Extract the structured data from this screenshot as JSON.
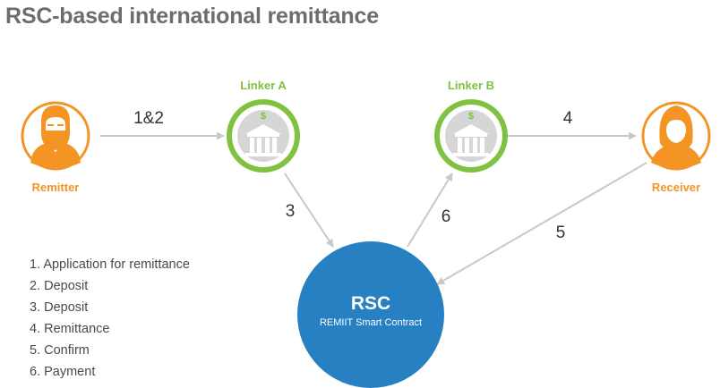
{
  "title": "RSC-based international remittance",
  "colors": {
    "orange": "#f39425",
    "green": "#7fc242",
    "blue": "#2680c2",
    "arrow": "#c8c8c8",
    "title": "#6d6d6d"
  },
  "nodes": {
    "remitter": {
      "label": "Remitter",
      "icon": "man-avatar-icon"
    },
    "linker_a": {
      "label": "Linker A",
      "icon": "bank-icon"
    },
    "linker_b": {
      "label": "Linker B",
      "icon": "bank-icon"
    },
    "receiver": {
      "label": "Receiver",
      "icon": "woman-avatar-icon"
    },
    "rsc": {
      "title": "RSC",
      "subtitle": "REMIIT Smart Contract"
    }
  },
  "bank_symbol": "$",
  "steps": {
    "s12": "1&2",
    "s3": "3",
    "s4": "4",
    "s5": "5",
    "s6": "6"
  },
  "legend": [
    "1. Application for remittance",
    "2. Deposit",
    "3. Deposit",
    "4. Remittance",
    "5. Confirm",
    "6. Payment"
  ]
}
